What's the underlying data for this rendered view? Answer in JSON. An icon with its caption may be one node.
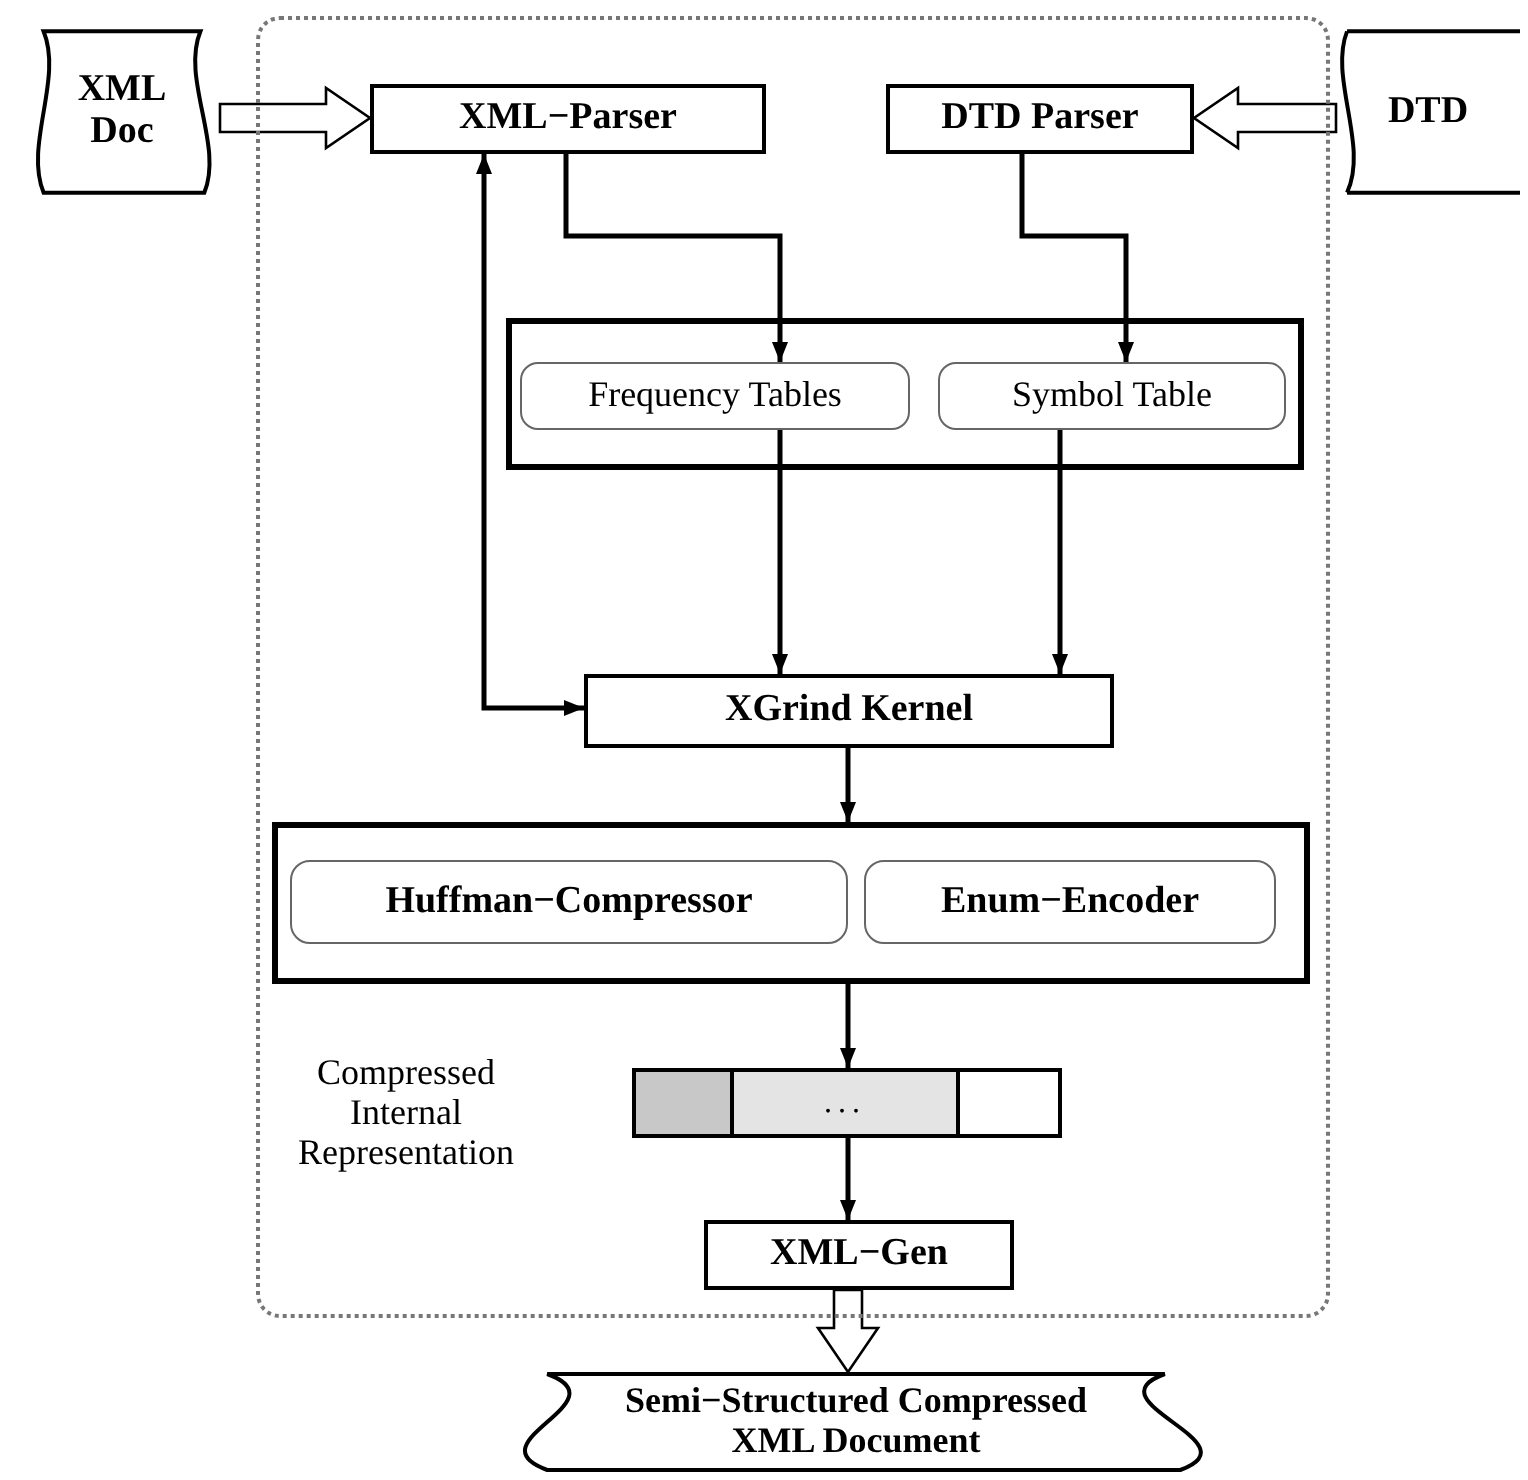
{
  "diagram": {
    "nodes": [
      {
        "text": [
          "XML Doc"
        ]
      },
      {
        "text": [],
        "shape": "box"
      },
      {
        "text": [
          "XML−Parser"
        ],
        "in": 1
      },
      {
        "text": [
          "DTD Parser"
        ],
        "in": 1
      },
      {
        "text": [
          "DTD"
        ]
      },
      {
        "text": [],
        "shape": "box",
        "in": 1
      },
      {
        "text": [
          "Frequency Tables"
        ],
        "in": 5
      },
      {
        "text": [
          "Symbol Table"
        ],
        "in": 5
      },
      {
        "text": [
          "XGrind Kernel"
        ],
        "in": 1
      },
      {
        "text": [],
        "shape": "box",
        "in": 1
      },
      {
        "text": [
          "Huffman−Compressor"
        ],
        "in": 9
      },
      {
        "text": [
          "Enum−Encoder"
        ],
        "in": 9
      },
      {
        "text": [
          "..."
        ],
        "in": 1,
        "beside": [
          "Compressed Internal Representation"
        ]
      },
      {
        "text": [
          "XML−Gen"
        ],
        "in": 1
      },
      {
        "text": [
          "Semi−Structured Compressed XML Document"
        ]
      }
    ],
    "edges": [
      {
        "from": 0,
        "to": 2,
        "arrow": "to",
        "style": "thick"
      },
      {
        "from": 4,
        "to": 3,
        "arrow": "to",
        "style": "thick"
      },
      {
        "from": 2,
        "to": 6,
        "arrow": "to"
      },
      {
        "from": 3,
        "to": 7,
        "arrow": "to"
      },
      {
        "from": 6,
        "to": 8,
        "arrow": "to"
      },
      {
        "from": 7,
        "to": 8,
        "arrow": "to"
      },
      {
        "from": 8,
        "to": 2,
        "arrow": "both"
      },
      {
        "from": 8,
        "to": 9,
        "arrow": "to"
      },
      {
        "from": 9,
        "to": 12,
        "arrow": "to"
      },
      {
        "from": 12,
        "to": 13,
        "arrow": "to"
      },
      {
        "from": 13,
        "to": 14,
        "arrow": "to",
        "style": "thick"
      }
    ]
  }
}
